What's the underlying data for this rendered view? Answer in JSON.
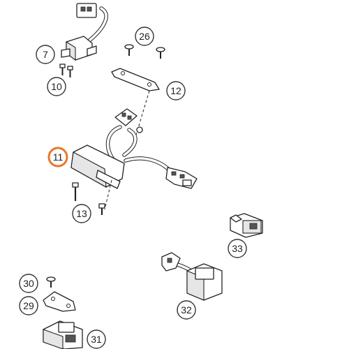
{
  "callouts": [
    {
      "label": "7"
    },
    {
      "label": "10"
    },
    {
      "label": "26"
    },
    {
      "label": "12"
    },
    {
      "label": "11"
    },
    {
      "label": "13"
    },
    {
      "label": "33"
    },
    {
      "label": "30"
    },
    {
      "label": "29"
    },
    {
      "label": "32"
    },
    {
      "label": "31"
    }
  ],
  "colors": {
    "highlight": "#e8782a",
    "line": "#222222",
    "callout_border": "#333333"
  }
}
